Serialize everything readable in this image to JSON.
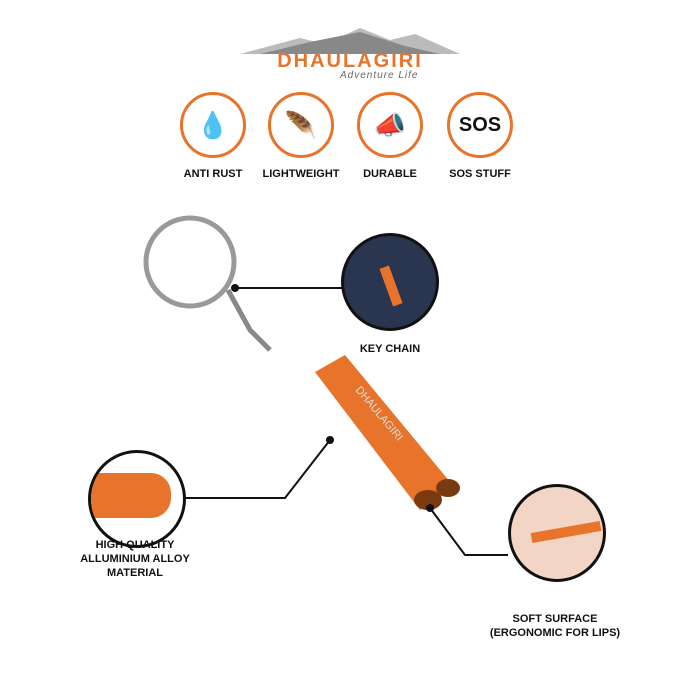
{
  "brand": {
    "name": "DHAULAGIRI",
    "tagline": "Adventure Life",
    "accent": "#e8732a"
  },
  "features": [
    {
      "label": "ANTI RUST",
      "icon": "water-drop-icon",
      "glyph": "💧"
    },
    {
      "label": "LIGHTWEIGHT",
      "icon": "feather-hand-icon",
      "glyph": "🪶"
    },
    {
      "label": "DURABLE",
      "icon": "whistle-icon",
      "glyph": "📣"
    },
    {
      "label": "SOS STUFF",
      "icon": "sos-icon",
      "glyph": "SOS"
    }
  ],
  "product": {
    "engraving": "DHAULAGIRI"
  },
  "callouts": {
    "key_chain": "KEY CHAIN",
    "material": [
      "HIGH QUALITY",
      "ALLUMINIUM ALLOY",
      "MATERIAL"
    ],
    "surface": [
      "SOFT SURFACE",
      "(ERGONOMIC  FOR LIPS)"
    ]
  }
}
